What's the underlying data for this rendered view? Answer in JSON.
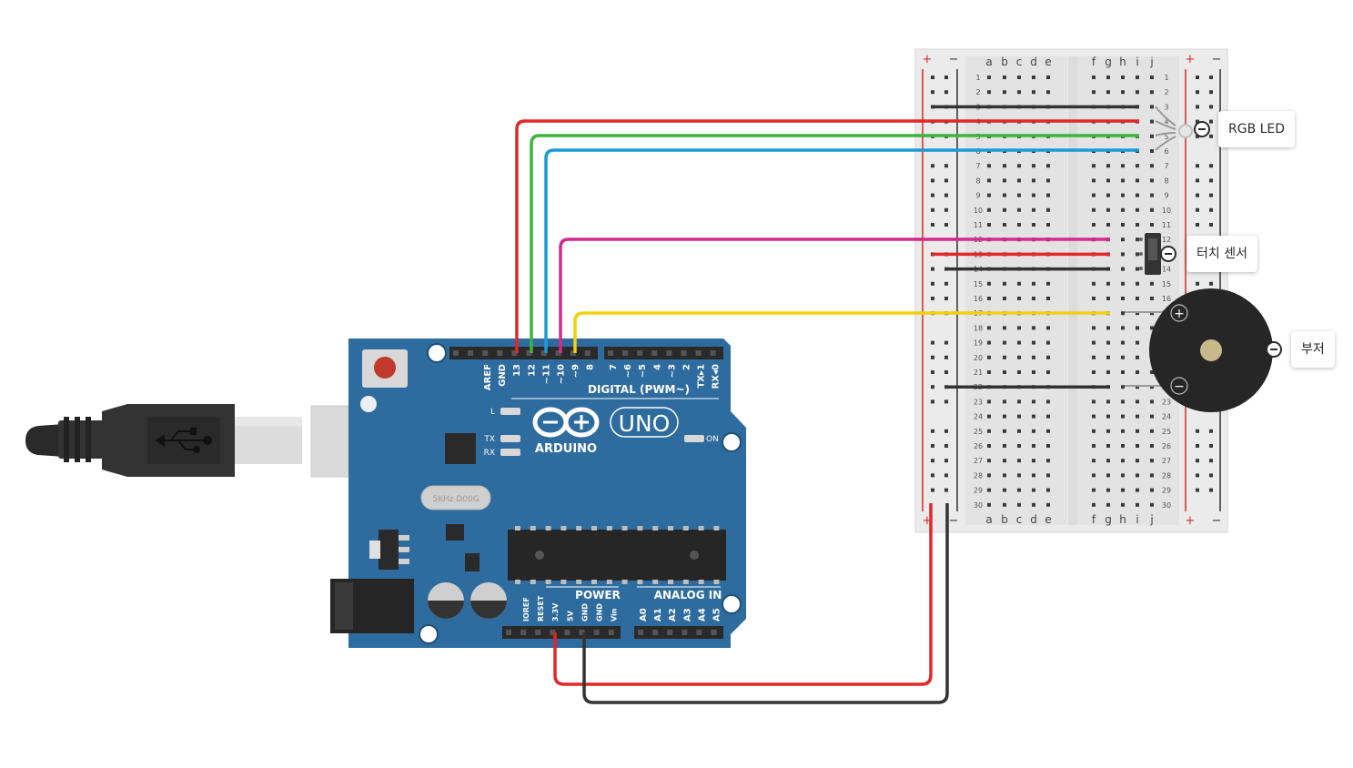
{
  "arduino": {
    "brand": "ARDUINO",
    "model": "UNO",
    "digital_label": "DIGITAL (PWM~)",
    "power_label": "POWER",
    "analog_label": "ANALOG IN",
    "on_label": "ON",
    "led_labels": [
      "L",
      "TX",
      "RX"
    ],
    "crystal_label": "5KHz D00G",
    "digital_pins": [
      "AREF",
      "GND",
      "13",
      "12",
      "~11",
      "~10",
      "~9",
      "8",
      "7",
      "~6",
      "~5",
      "4",
      "~3",
      "2",
      "TX▸1",
      "RX◂0"
    ],
    "power_pins": [
      "IOREF",
      "RESET",
      "3.3V",
      "5V",
      "GND",
      "GND",
      "Vin"
    ],
    "analog_pins": [
      "A0",
      "A1",
      "A2",
      "A3",
      "A4",
      "A5"
    ]
  },
  "breadboard": {
    "columns_left": [
      "a",
      "b",
      "c",
      "d",
      "e"
    ],
    "columns_right": [
      "f",
      "g",
      "h",
      "i",
      "j"
    ],
    "rows": 30,
    "rail_plus": "+",
    "rail_minus": "−"
  },
  "components": {
    "rgb_led": "RGB LED",
    "touch_sensor": "터치 센서",
    "buzzer": "부저",
    "buzzer_plus": "+",
    "buzzer_minus": "−"
  },
  "wires": [
    {
      "name": "wire-red-pin13",
      "color": "#e02828"
    },
    {
      "name": "wire-green-pin12",
      "color": "#3db53d"
    },
    {
      "name": "wire-blue-pin11",
      "color": "#1a9ad6"
    },
    {
      "name": "wire-magenta-pin10",
      "color": "#d42a8c"
    },
    {
      "name": "wire-yellow-pin9",
      "color": "#f2d20c"
    },
    {
      "name": "wire-red-5v",
      "color": "#e02828"
    },
    {
      "name": "wire-black-gnd",
      "color": "#333333"
    }
  ],
  "colors": {
    "board": "#2e6b9e",
    "board_dark": "#24587f",
    "breadboard": "#ebebeb",
    "rail_red": "#d42b2b",
    "rail_black": "#333333",
    "header": "#2a2a2a"
  }
}
